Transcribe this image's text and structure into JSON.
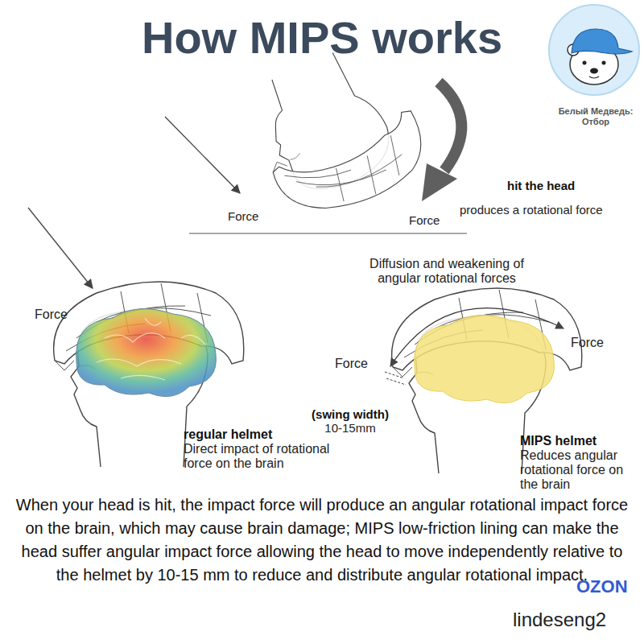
{
  "diagram": {
    "title": "How MIPS works",
    "caption": "When your head is hit, the impact force will produce an angular rotational impact force on the brain, which may cause brain damage; MIPS low-friction lining can make the head suffer angular impact force allowing the head to move independently relative to the helmet by 10-15 mm to reduce and distribute angular rotational impact.",
    "labels": [
      "Белый Медведь: Отбор",
      "Force",
      "Force",
      "hit the head",
      "produces a rotational force",
      "Diffusion and weakening of angular rotational forces",
      "Force",
      "Force",
      "Force",
      "(swing width)",
      "10-15mm",
      "regular helmet",
      "Direct impact of rotational force on the brain",
      "MIPS helmet",
      "Reduces angular rotational force on the brain",
      "OZON",
      "lindeseng2"
    ]
  }
}
